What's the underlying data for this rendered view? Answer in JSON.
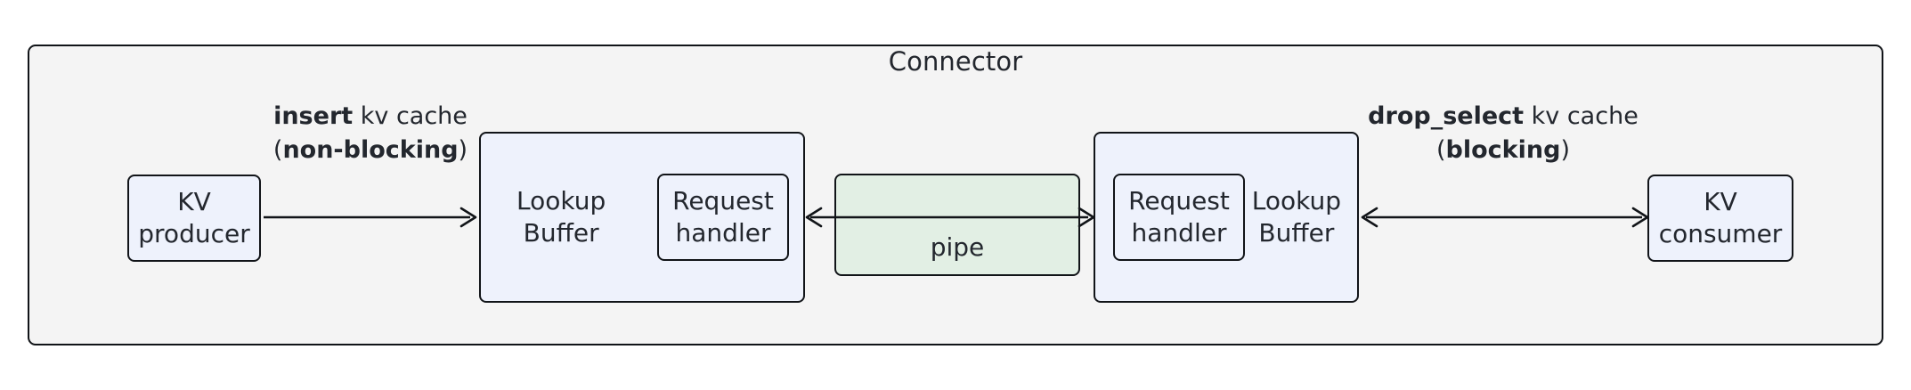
{
  "diagram": {
    "title": "Connector",
    "type": "block-diagram",
    "colors": {
      "container_bg": "#f4f4f4",
      "node_blue": "#eef2fc",
      "node_green": "#e2efe4",
      "stroke": "#111418",
      "text": "#23272e"
    }
  },
  "nodes": {
    "kv_producer": {
      "label": "KV\nproducer"
    },
    "kv_consumer": {
      "label": "KV\nconsumer"
    },
    "lookup_buffer_left": {
      "label": "Lookup\nBuffer"
    },
    "lookup_buffer_right": {
      "label": "Lookup\nBuffer"
    },
    "request_handler_left": {
      "label": "Request\nhandler"
    },
    "request_handler_right": {
      "label": "Request\nhandler"
    },
    "pipe": {
      "label": "pipe"
    }
  },
  "edges": {
    "insert": {
      "line1_bold": "insert",
      "line1_rest": " kv cache",
      "line2_open": "(",
      "line2_bold": "non-blocking",
      "line2_close": ")",
      "direction": "right"
    },
    "pipe_edge": {
      "direction": "bidirectional"
    },
    "drop_select": {
      "line1_bold": "drop_select",
      "line1_rest": " kv cache",
      "line2_open": "(",
      "line2_bold": "blocking",
      "line2_close": ")",
      "direction": "bidirectional"
    }
  }
}
